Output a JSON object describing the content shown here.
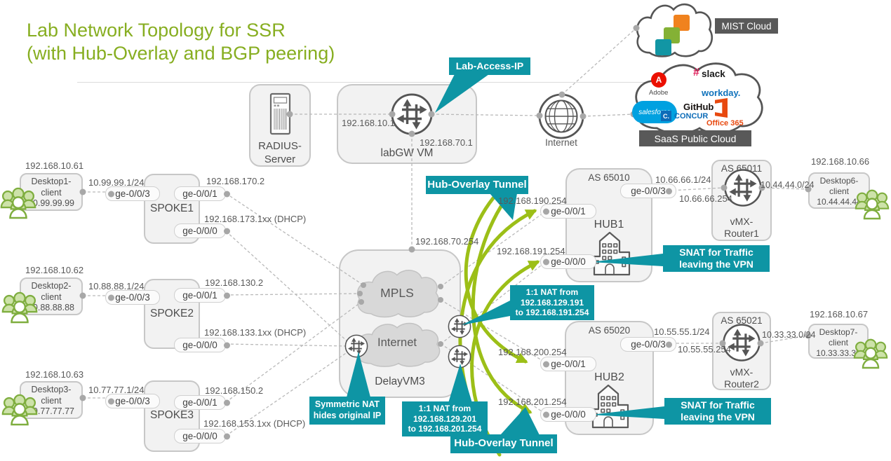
{
  "title": {
    "line1": "Lab Network Topology for SSR",
    "line2": "(with Hub-Overlay and BGP peering)"
  },
  "colors": {
    "title_green": "#87AE21",
    "arrow_green": "#9CBF17",
    "callout_teal": "#0E95A4",
    "tag_gray": "#595959",
    "node_fill": "#f2f2f2"
  },
  "icons": {
    "router-icon": "circle-with-four-arrows",
    "nat-router-icon": "small-circle-with-cross-arrows",
    "globe-icon": "internet-globe",
    "server-icon": "rack-server-tower",
    "building-icon": "office-building",
    "users-icon": "group-of-people",
    "cloud-icon": "cloud-outline"
  },
  "top": {
    "mist_label": "MIST Cloud",
    "saas_label": "SaaS Public Cloud",
    "saas_logos": {
      "slack_hash": "#",
      "slack": "slack",
      "adobe_a": "A",
      "adobe": "Adobe",
      "workday": "workday.",
      "github": "GitHub",
      "salesforce": "salesforce",
      "concur_c": "C.",
      "concur": "CONCUR",
      "office": "Office 365"
    },
    "internet_label": "Internet",
    "radius_l1": "RADIUS-",
    "radius_l2": "Server",
    "labgw": {
      "name": "labGW VM",
      "mgmt_ip": "192.168.10.1",
      "lab_ip": "192.168.70.1"
    }
  },
  "core": {
    "name": "DelayVM3",
    "mpls": "MPLS",
    "internet": "Internet",
    "uplink_ip": "192.168.70.254"
  },
  "spokes": [
    {
      "name": "SPOKE1",
      "mgmt_ip": "192.168.10.61",
      "client_l1": "Desktop1-",
      "client_l2": "client",
      "client_ip": "10.99.99.99",
      "lan": "10.99.99.1/24",
      "ge3": "ge-0/0/3",
      "ge1": "ge-0/0/1",
      "ge0": "ge-0/0/0",
      "mpls_ip": "192.168.170.2",
      "inet_ip": "192.168.173.1xx (DHCP)"
    },
    {
      "name": "SPOKE2",
      "mgmt_ip": "192.168.10.62",
      "client_l1": "Desktop2-",
      "client_l2": "client",
      "client_ip": "10.88.88.88",
      "lan": "10.88.88.1/24",
      "ge3": "ge-0/0/3",
      "ge1": "ge-0/0/1",
      "ge0": "ge-0/0/0",
      "mpls_ip": "192.168.130.2",
      "inet_ip": "192.168.133.1xx (DHCP)"
    },
    {
      "name": "SPOKE3",
      "mgmt_ip": "192.168.10.63",
      "client_l1": "Desktop3-",
      "client_l2": "client",
      "client_ip": "10.77.77.77",
      "lan": "10.77.77.1/24",
      "ge3": "ge-0/0/3",
      "ge1": "ge-0/0/1",
      "ge0": "ge-0/0/0",
      "mpls_ip": "192.168.150.2",
      "inet_ip": "192.168.153.1xx (DHCP)"
    }
  ],
  "hubs": [
    {
      "as": "AS 65010",
      "name": "HUB1",
      "ge1": "ge-0/0/1",
      "ge0": "ge-0/0/0",
      "ge3": "ge-0/0/3",
      "ge1_ip": "192.168.190.254",
      "ge0_ip": "192.168.191.254",
      "lan": "10.66.66.1/24",
      "lan_gw": "10.66.66.254"
    },
    {
      "as": "AS 65020",
      "name": "HUB2",
      "ge1": "ge-0/0/1",
      "ge0": "ge-0/0/0",
      "ge3": "ge-0/0/3",
      "ge1_ip": "192.168.200.254",
      "ge0_ip": "192.168.201.254",
      "lan": "10.55.55.1/24",
      "lan_gw": "10.55.55.254"
    }
  ],
  "vmx": [
    {
      "as": "AS 65011",
      "name_l1": "vMX-",
      "name_l2": "Router1",
      "subnet": "10.44.44.0/24"
    },
    {
      "as": "AS 65021",
      "name_l1": "vMX-",
      "name_l2": "Router2",
      "subnet": "10.33.33.0/24"
    }
  ],
  "right_clients": [
    {
      "mgmt_ip": "192.168.10.66",
      "name_l1": "Desktop6-",
      "name_l2": "client",
      "ip": "10.44.44.44"
    },
    {
      "mgmt_ip": "192.168.10.67",
      "name_l1": "Desktop7-",
      "name_l2": "client",
      "ip": "10.33.33.33"
    }
  ],
  "callouts": {
    "lab_access": "Lab-Access-IP",
    "tunnel_top": "Hub-Overlay Tunnel",
    "tunnel_bottom": "Hub-Overlay Tunnel",
    "snat_l1": "SNAT for Traffic",
    "snat_l2": "leaving the VPN",
    "nat191_l1": "1:1 NAT from",
    "nat191_l2": "192.168.129.191",
    "nat191_l3": "to 192.168.191.254",
    "nat201_l1": "1:1 NAT from",
    "nat201_l2": "192.168.129.201",
    "nat201_l3": "to 192.168.201.254",
    "symnat_l1": "Symmetric NAT",
    "symnat_l2": "hides original IP"
  }
}
